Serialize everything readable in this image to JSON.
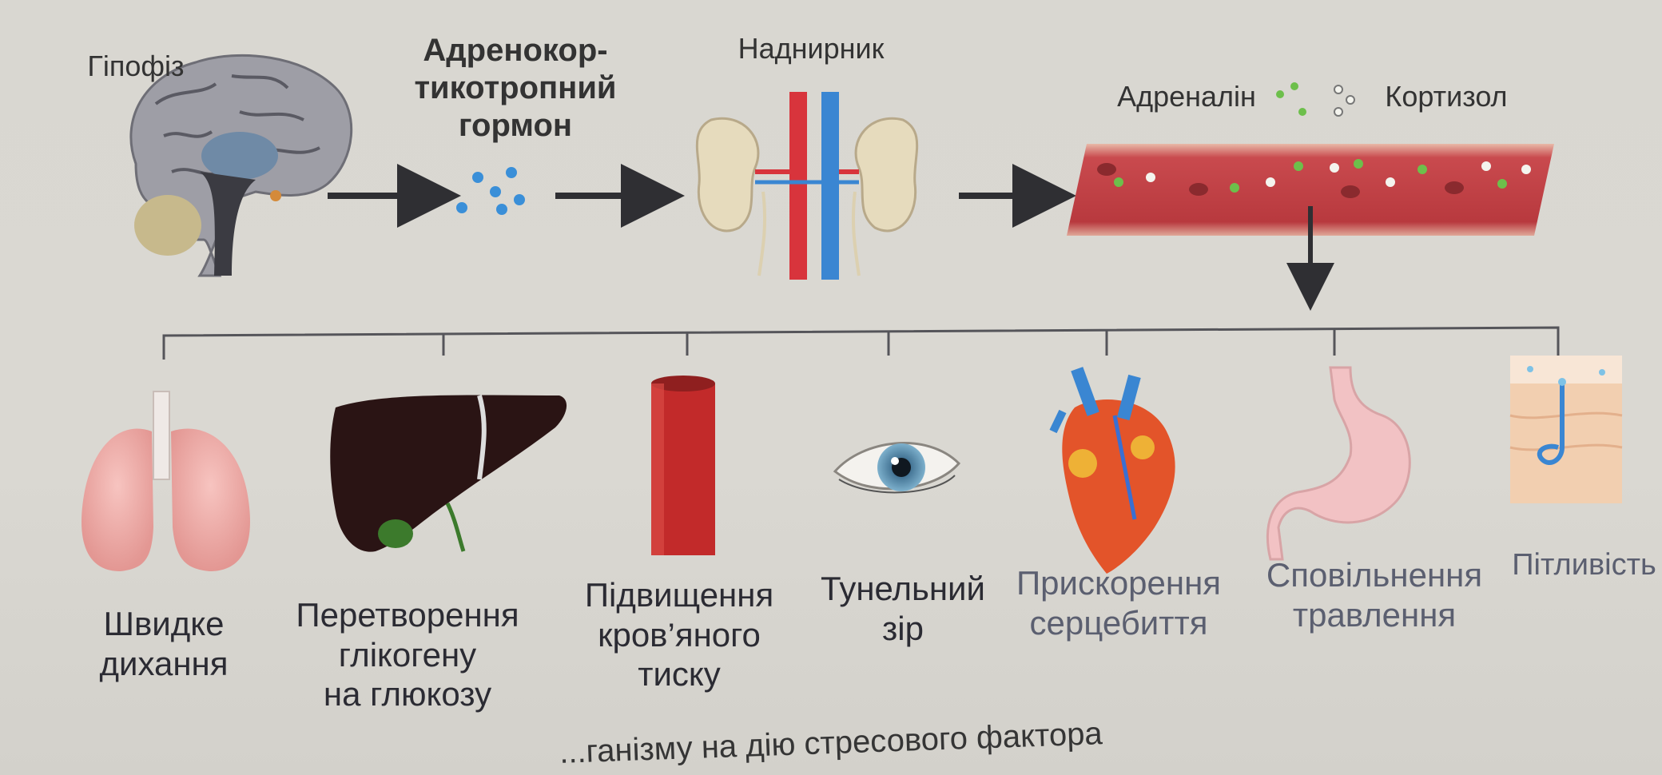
{
  "top_labels": {
    "pituitary": "Гіпофіз",
    "acth": "Адренокор-\nтикотропний\nгормон",
    "adrenal": "Наднирник",
    "adrenaline": "Адреналін",
    "cortisol": "Кортизол"
  },
  "effects": [
    {
      "label": "Швидке\nдихання",
      "organ": "lungs-icon"
    },
    {
      "label": "Перетворення\nглікогену\nна глюкозу",
      "organ": "liver-icon"
    },
    {
      "label": "Підвищення\nкров’яного\nтиску",
      "organ": "blood-vessel-icon"
    },
    {
      "label": "Тунельний\nзір",
      "organ": "eye-icon"
    },
    {
      "label": "Прискорення\nсерцебиття",
      "organ": "heart-icon"
    },
    {
      "label": "Сповільнення\nтравлення",
      "organ": "stomach-icon"
    },
    {
      "label": "Пітливість",
      "organ": "skin-icon"
    }
  ],
  "caption": "...ганізму на дію стресового фактора",
  "colors": {
    "arrow": "#2f2f33",
    "acth_dots": "#3a8fd8",
    "adrenaline_dots": "#6dbf4b",
    "cortisol_dots": "#f4f4ee",
    "vessel": "#c9484b",
    "artery": "#d8343c",
    "vein": "#3a86d2"
  }
}
